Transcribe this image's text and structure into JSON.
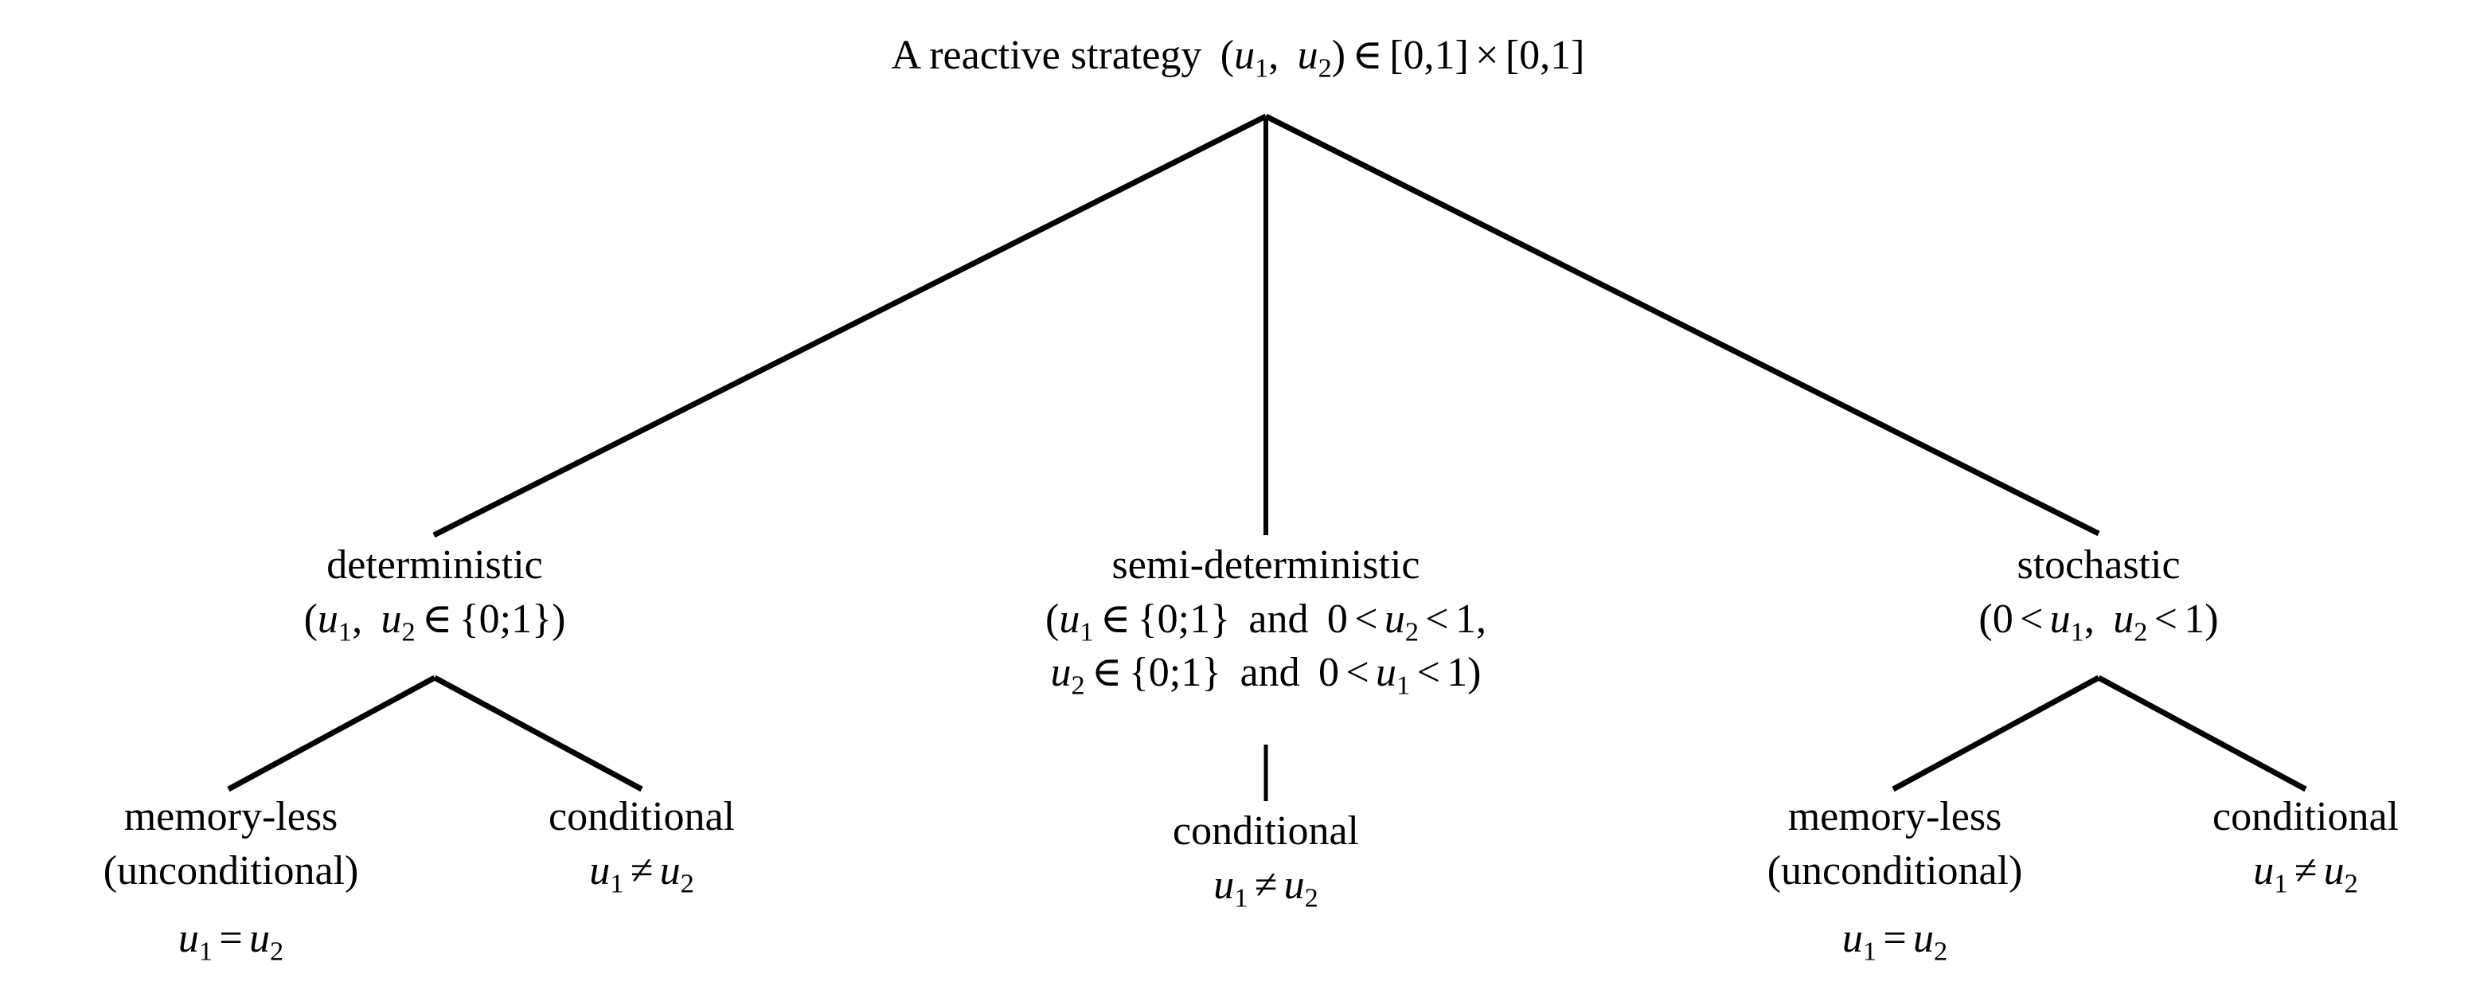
{
  "figure": {
    "type": "tree-diagram",
    "title": "A reactive strategy (u1, u2) in [0,1] x [0,1]",
    "background_color": "#ffffff",
    "line_color": "#000000"
  },
  "root": {
    "label_text": "A reactive strategy",
    "label_math": "(u1, u2) ∈ [0,1] × [0,1]",
    "parts": {
      "text": "A reactive strategy",
      "open_paren": "(",
      "var1": "u",
      "sub1": "1",
      "comma": ",",
      "var2": "u",
      "sub2": "2",
      "close_paren": ")",
      "in": "∈",
      "interval1": "[0,1]",
      "times": "×",
      "interval2": "[0,1]"
    }
  },
  "branches": [
    {
      "id": "deterministic",
      "name": "deterministic",
      "condition_lines": [
        "(u1, u2 ∈ {0;1})"
      ],
      "condition_parts": {
        "open_paren": "(",
        "var1": "u",
        "sub1": "1",
        "comma": ",",
        "var2": "u",
        "sub2": "2",
        "in": "∈",
        "set": "{0;1}",
        "close_paren": ")"
      },
      "children": [
        {
          "id": "deterministic-memoryless",
          "lines": [
            "memory-less",
            "(unconditional)"
          ],
          "relation": "u1 = u2",
          "relation_parts": {
            "var1": "u",
            "sub1": "1",
            "op": "=",
            "var2": "u",
            "sub2": "2"
          }
        },
        {
          "id": "deterministic-conditional",
          "lines": [
            "conditional"
          ],
          "relation": "u1 ≠ u2",
          "relation_parts": {
            "var1": "u",
            "sub1": "1",
            "op": "≠",
            "var2": "u",
            "sub2": "2"
          }
        }
      ]
    },
    {
      "id": "semi-deterministic",
      "name": "semi-deterministic",
      "condition_lines": [
        "(u1 ∈ {0;1} and 0 < u2 < 1,",
        "u2 ∈ {0;1} and 0 < u1 < 1)"
      ],
      "condition_parts_line1": {
        "open_paren": "(",
        "var1": "u",
        "sub1": "1",
        "in": "∈",
        "set": "{0;1}",
        "and": "and",
        "zero": "0",
        "lt1": "<",
        "var2": "u",
        "sub2": "2",
        "lt2": "<",
        "one": "1",
        "comma": ","
      },
      "condition_parts_line2": {
        "var1": "u",
        "sub1": "2",
        "in": "∈",
        "set": "{0;1}",
        "and": "and",
        "zero": "0",
        "lt1": "<",
        "var2": "u",
        "sub2": "1",
        "lt2": "<",
        "one": "1",
        "close_paren": ")"
      },
      "children": [
        {
          "id": "semi-deterministic-conditional",
          "lines": [
            "conditional"
          ],
          "relation": "u1 ≠ u2",
          "relation_parts": {
            "var1": "u",
            "sub1": "1",
            "op": "≠",
            "var2": "u",
            "sub2": "2"
          }
        }
      ]
    },
    {
      "id": "stochastic",
      "name": "stochastic",
      "condition_lines": [
        "(0 < u1, u2 < 1)"
      ],
      "condition_parts": {
        "open_paren": "(",
        "zero": "0",
        "lt1": "<",
        "var1": "u",
        "sub1": "1",
        "comma": ",",
        "var2": "u",
        "sub2": "2",
        "lt2": "<",
        "one": "1",
        "close_paren": ")"
      },
      "children": [
        {
          "id": "stochastic-memoryless",
          "lines": [
            "memory-less",
            "(unconditional)"
          ],
          "relation": "u1 = u2",
          "relation_parts": {
            "var1": "u",
            "sub1": "1",
            "op": "=",
            "var2": "u",
            "sub2": "2"
          }
        },
        {
          "id": "stochastic-conditional",
          "lines": [
            "conditional"
          ],
          "relation": "u1 ≠ u2",
          "relation_parts": {
            "var1": "u",
            "sub1": "1",
            "op": "≠",
            "var2": "u",
            "sub2": "2"
          }
        }
      ]
    }
  ]
}
